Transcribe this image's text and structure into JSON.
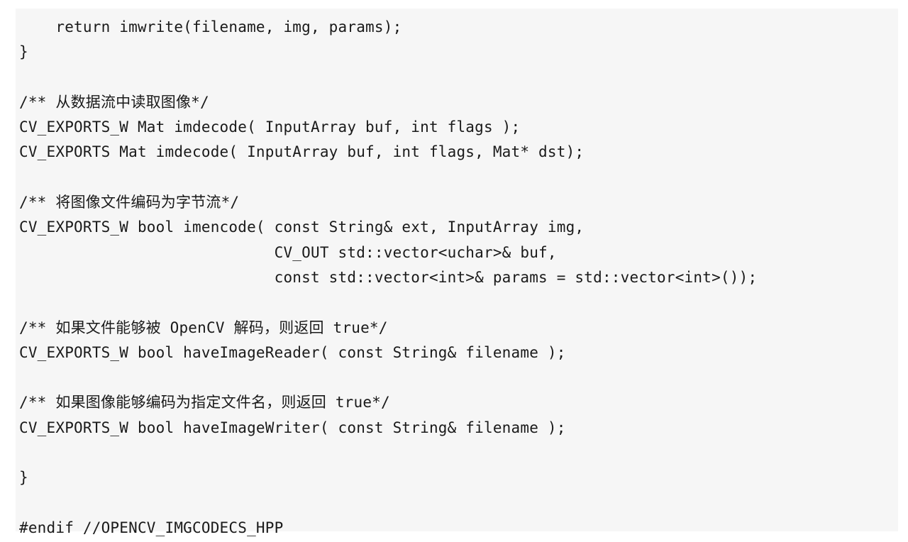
{
  "code": {
    "lines": [
      "    return imwrite(filename, img, params);",
      "}",
      "",
      "/** 从数据流中读取图像*/",
      "CV_EXPORTS_W Mat imdecode( InputArray buf, int flags );",
      "CV_EXPORTS Mat imdecode( InputArray buf, int flags, Mat* dst);",
      "",
      "/** 将图像文件编码为字节流*/",
      "CV_EXPORTS_W bool imencode( const String& ext, InputArray img,",
      "                            CV_OUT std::vector<uchar>& buf,",
      "                            const std::vector<int>& params = std::vector<int>());",
      "",
      "/** 如果文件能够被 OpenCV 解码，则返回 true*/",
      "CV_EXPORTS_W bool haveImageReader( const String& filename );",
      "",
      "/** 如果图像能够编码为指定文件名，则返回 true*/",
      "CV_EXPORTS_W bool haveImageWriter( const String& filename );",
      "",
      "}",
      "",
      "#endif //OPENCV_IMGCODECS_HPP"
    ]
  }
}
